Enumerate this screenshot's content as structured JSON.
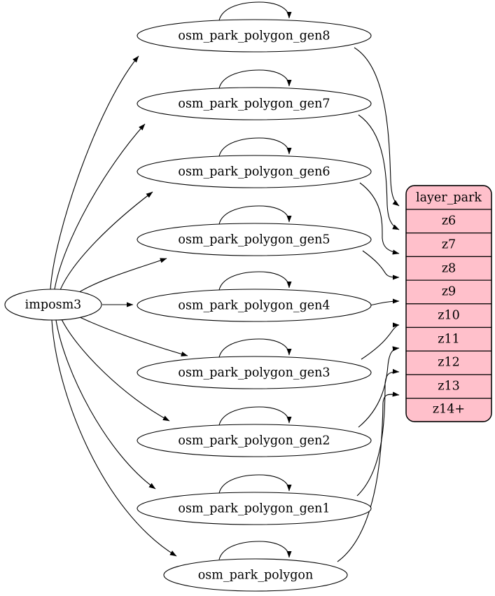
{
  "diagram": {
    "type": "directed-graph",
    "title": "",
    "source_node": {
      "id": "imposm3",
      "label": "imposm3",
      "shape": "ellipse"
    },
    "process_nodes": [
      {
        "id": "gen8",
        "label": "osm_park_polygon_gen8",
        "shape": "ellipse",
        "self_loop": true
      },
      {
        "id": "gen7",
        "label": "osm_park_polygon_gen7",
        "shape": "ellipse",
        "self_loop": true
      },
      {
        "id": "gen6",
        "label": "osm_park_polygon_gen6",
        "shape": "ellipse",
        "self_loop": true
      },
      {
        "id": "gen5",
        "label": "osm_park_polygon_gen5",
        "shape": "ellipse",
        "self_loop": true
      },
      {
        "id": "gen4",
        "label": "osm_park_polygon_gen4",
        "shape": "ellipse",
        "self_loop": true
      },
      {
        "id": "gen3",
        "label": "osm_park_polygon_gen3",
        "shape": "ellipse",
        "self_loop": true
      },
      {
        "id": "gen2",
        "label": "osm_park_polygon_gen2",
        "shape": "ellipse",
        "self_loop": true
      },
      {
        "id": "gen1",
        "label": "osm_park_polygon_gen1",
        "shape": "ellipse",
        "self_loop": true
      },
      {
        "id": "base",
        "label": "osm_park_polygon",
        "shape": "ellipse",
        "self_loop": true
      }
    ],
    "layer_table": {
      "id": "layer_park",
      "header": "layer_park",
      "fill_color": "#ffc0cb",
      "border_color": "#000000",
      "rows": [
        {
          "id": "z6",
          "label": "z6"
        },
        {
          "id": "z7",
          "label": "z7"
        },
        {
          "id": "z8",
          "label": "z8"
        },
        {
          "id": "z9",
          "label": "z9"
        },
        {
          "id": "z10",
          "label": "z10"
        },
        {
          "id": "z11",
          "label": "z11"
        },
        {
          "id": "z12",
          "label": "z12"
        },
        {
          "id": "z13",
          "label": "z13"
        },
        {
          "id": "z14",
          "label": "z14+"
        }
      ]
    },
    "edges": [
      {
        "from": "imposm3",
        "to": "gen8"
      },
      {
        "from": "imposm3",
        "to": "gen7"
      },
      {
        "from": "imposm3",
        "to": "gen6"
      },
      {
        "from": "imposm3",
        "to": "gen5"
      },
      {
        "from": "imposm3",
        "to": "gen4"
      },
      {
        "from": "imposm3",
        "to": "gen3"
      },
      {
        "from": "imposm3",
        "to": "gen2"
      },
      {
        "from": "imposm3",
        "to": "gen1"
      },
      {
        "from": "imposm3",
        "to": "base"
      },
      {
        "from": "gen8",
        "to": "z6"
      },
      {
        "from": "gen7",
        "to": "z7"
      },
      {
        "from": "gen6",
        "to": "z8"
      },
      {
        "from": "gen5",
        "to": "z9"
      },
      {
        "from": "gen4",
        "to": "z10"
      },
      {
        "from": "gen3",
        "to": "z11"
      },
      {
        "from": "gen2",
        "to": "z12"
      },
      {
        "from": "gen1",
        "to": "z13"
      },
      {
        "from": "base",
        "to": "z14"
      }
    ]
  }
}
